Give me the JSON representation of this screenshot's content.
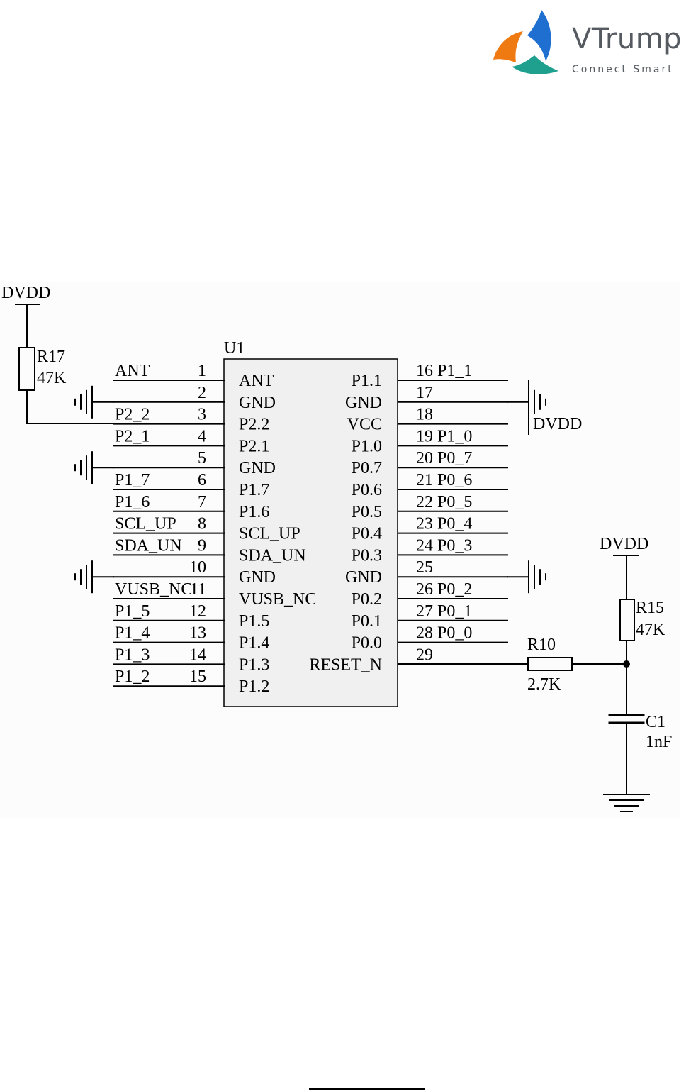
{
  "brand": {
    "name": "VTrump",
    "tagline": "Connect Smart",
    "colors": [
      "#1f6fd1",
      "#1fa08e",
      "#f07a12"
    ]
  },
  "schematic": {
    "u1": {
      "ref": "U1",
      "left_pins": [
        {
          "num": "1",
          "inner": "ANT",
          "net": "ANT"
        },
        {
          "num": "2",
          "inner": "GND",
          "net": ""
        },
        {
          "num": "3",
          "inner": "P2.2",
          "net": "P2_2"
        },
        {
          "num": "4",
          "inner": "P2.1",
          "net": "P2_1"
        },
        {
          "num": "5",
          "inner": "GND",
          "net": ""
        },
        {
          "num": "6",
          "inner": "P1.7",
          "net": "P1_7"
        },
        {
          "num": "7",
          "inner": "P1.6",
          "net": "P1_6"
        },
        {
          "num": "8",
          "inner": "SCL_UP",
          "net": "SCL_UP"
        },
        {
          "num": "9",
          "inner": "SDA_UN",
          "net": "SDA_UN"
        },
        {
          "num": "10",
          "inner": "GND",
          "net": ""
        },
        {
          "num": "11",
          "inner": "VUSB_NC",
          "net": "VUSB_NC"
        },
        {
          "num": "12",
          "inner": "P1.5",
          "net": "P1_5"
        },
        {
          "num": "13",
          "inner": "P1.4",
          "net": "P1_4"
        },
        {
          "num": "14",
          "inner": "P1.3",
          "net": "P1_3"
        },
        {
          "num": "15",
          "inner": "P1.2",
          "net": "P1_2"
        }
      ],
      "right_pins": [
        {
          "num": "16",
          "inner": "P1.1",
          "net": "P1_1"
        },
        {
          "num": "17",
          "inner": "GND",
          "net": ""
        },
        {
          "num": "18",
          "inner": "VCC",
          "net": ""
        },
        {
          "num": "19",
          "inner": "P1.0",
          "net": "P1_0"
        },
        {
          "num": "20",
          "inner": "P0.7",
          "net": "P0_7"
        },
        {
          "num": "21",
          "inner": "P0.6",
          "net": "P0_6"
        },
        {
          "num": "22",
          "inner": "P0.5",
          "net": "P0_5"
        },
        {
          "num": "23",
          "inner": "P0.4",
          "net": "P0_4"
        },
        {
          "num": "24",
          "inner": "P0.3",
          "net": "P0_3"
        },
        {
          "num": "25",
          "inner": "GND",
          "net": ""
        },
        {
          "num": "26",
          "inner": "P0.2",
          "net": "P0_2"
        },
        {
          "num": "27",
          "inner": "P0.1",
          "net": "P0_1"
        },
        {
          "num": "28",
          "inner": "P0.0",
          "net": "P0_0"
        },
        {
          "num": "29",
          "inner": "RESET_N",
          "net": ""
        }
      ]
    },
    "r17": {
      "ref": "R17",
      "value": "47K"
    },
    "r15": {
      "ref": "R15",
      "value": "47K"
    },
    "r10": {
      "ref": "R10",
      "value": "2.7K"
    },
    "c1": {
      "ref": "C1",
      "value": "1nF"
    },
    "power_labels": {
      "top_left": "DVDD",
      "right_rail": "DVDD",
      "reset_rail": "DVDD"
    }
  }
}
